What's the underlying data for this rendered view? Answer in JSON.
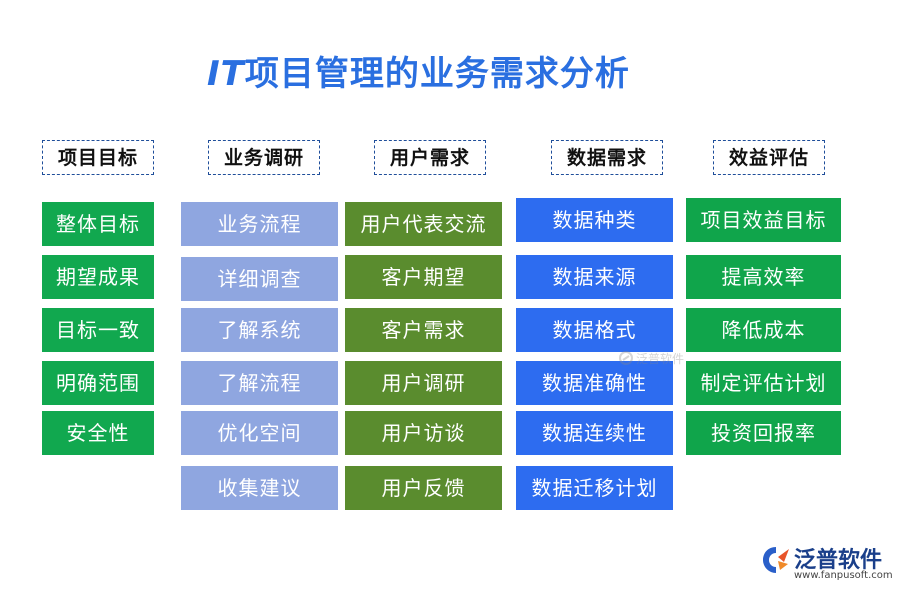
{
  "title": {
    "prefix": "IT",
    "main": "项目管理的业务需求分析"
  },
  "columns": [
    {
      "header": "项目目标",
      "items": [
        "整体目标",
        "期望成果",
        "目标一致",
        "明确范围",
        "安全性"
      ],
      "color": "#11a84f"
    },
    {
      "header": "业务调研",
      "items": [
        "业务流程",
        "详细调查",
        "了解系统",
        "了解流程",
        "优化空间",
        "收集建议"
      ],
      "color": "#8fa6e0"
    },
    {
      "header": "用户需求",
      "items": [
        "用户代表交流",
        "客户期望",
        "客户需求",
        "用户调研",
        "用户访谈",
        "用户反馈"
      ],
      "color": "#5a8c2e"
    },
    {
      "header": "数据需求",
      "items": [
        "数据种类",
        "数据来源",
        "数据格式",
        "数据准确性",
        "数据连续性",
        "数据迁移计划"
      ],
      "color": "#2d6cf0"
    },
    {
      "header": "效益评估",
      "items": [
        "项目效益目标",
        "提高效率",
        "降低成本",
        "制定评估计划",
        "投资回报率"
      ],
      "color": "#10a54b"
    }
  ],
  "watermark": {
    "text": "泛普软件"
  },
  "logo": {
    "name": "泛普软件",
    "url": "www.fanpusoft.com",
    "icon": "fanpu-logo-icon"
  }
}
